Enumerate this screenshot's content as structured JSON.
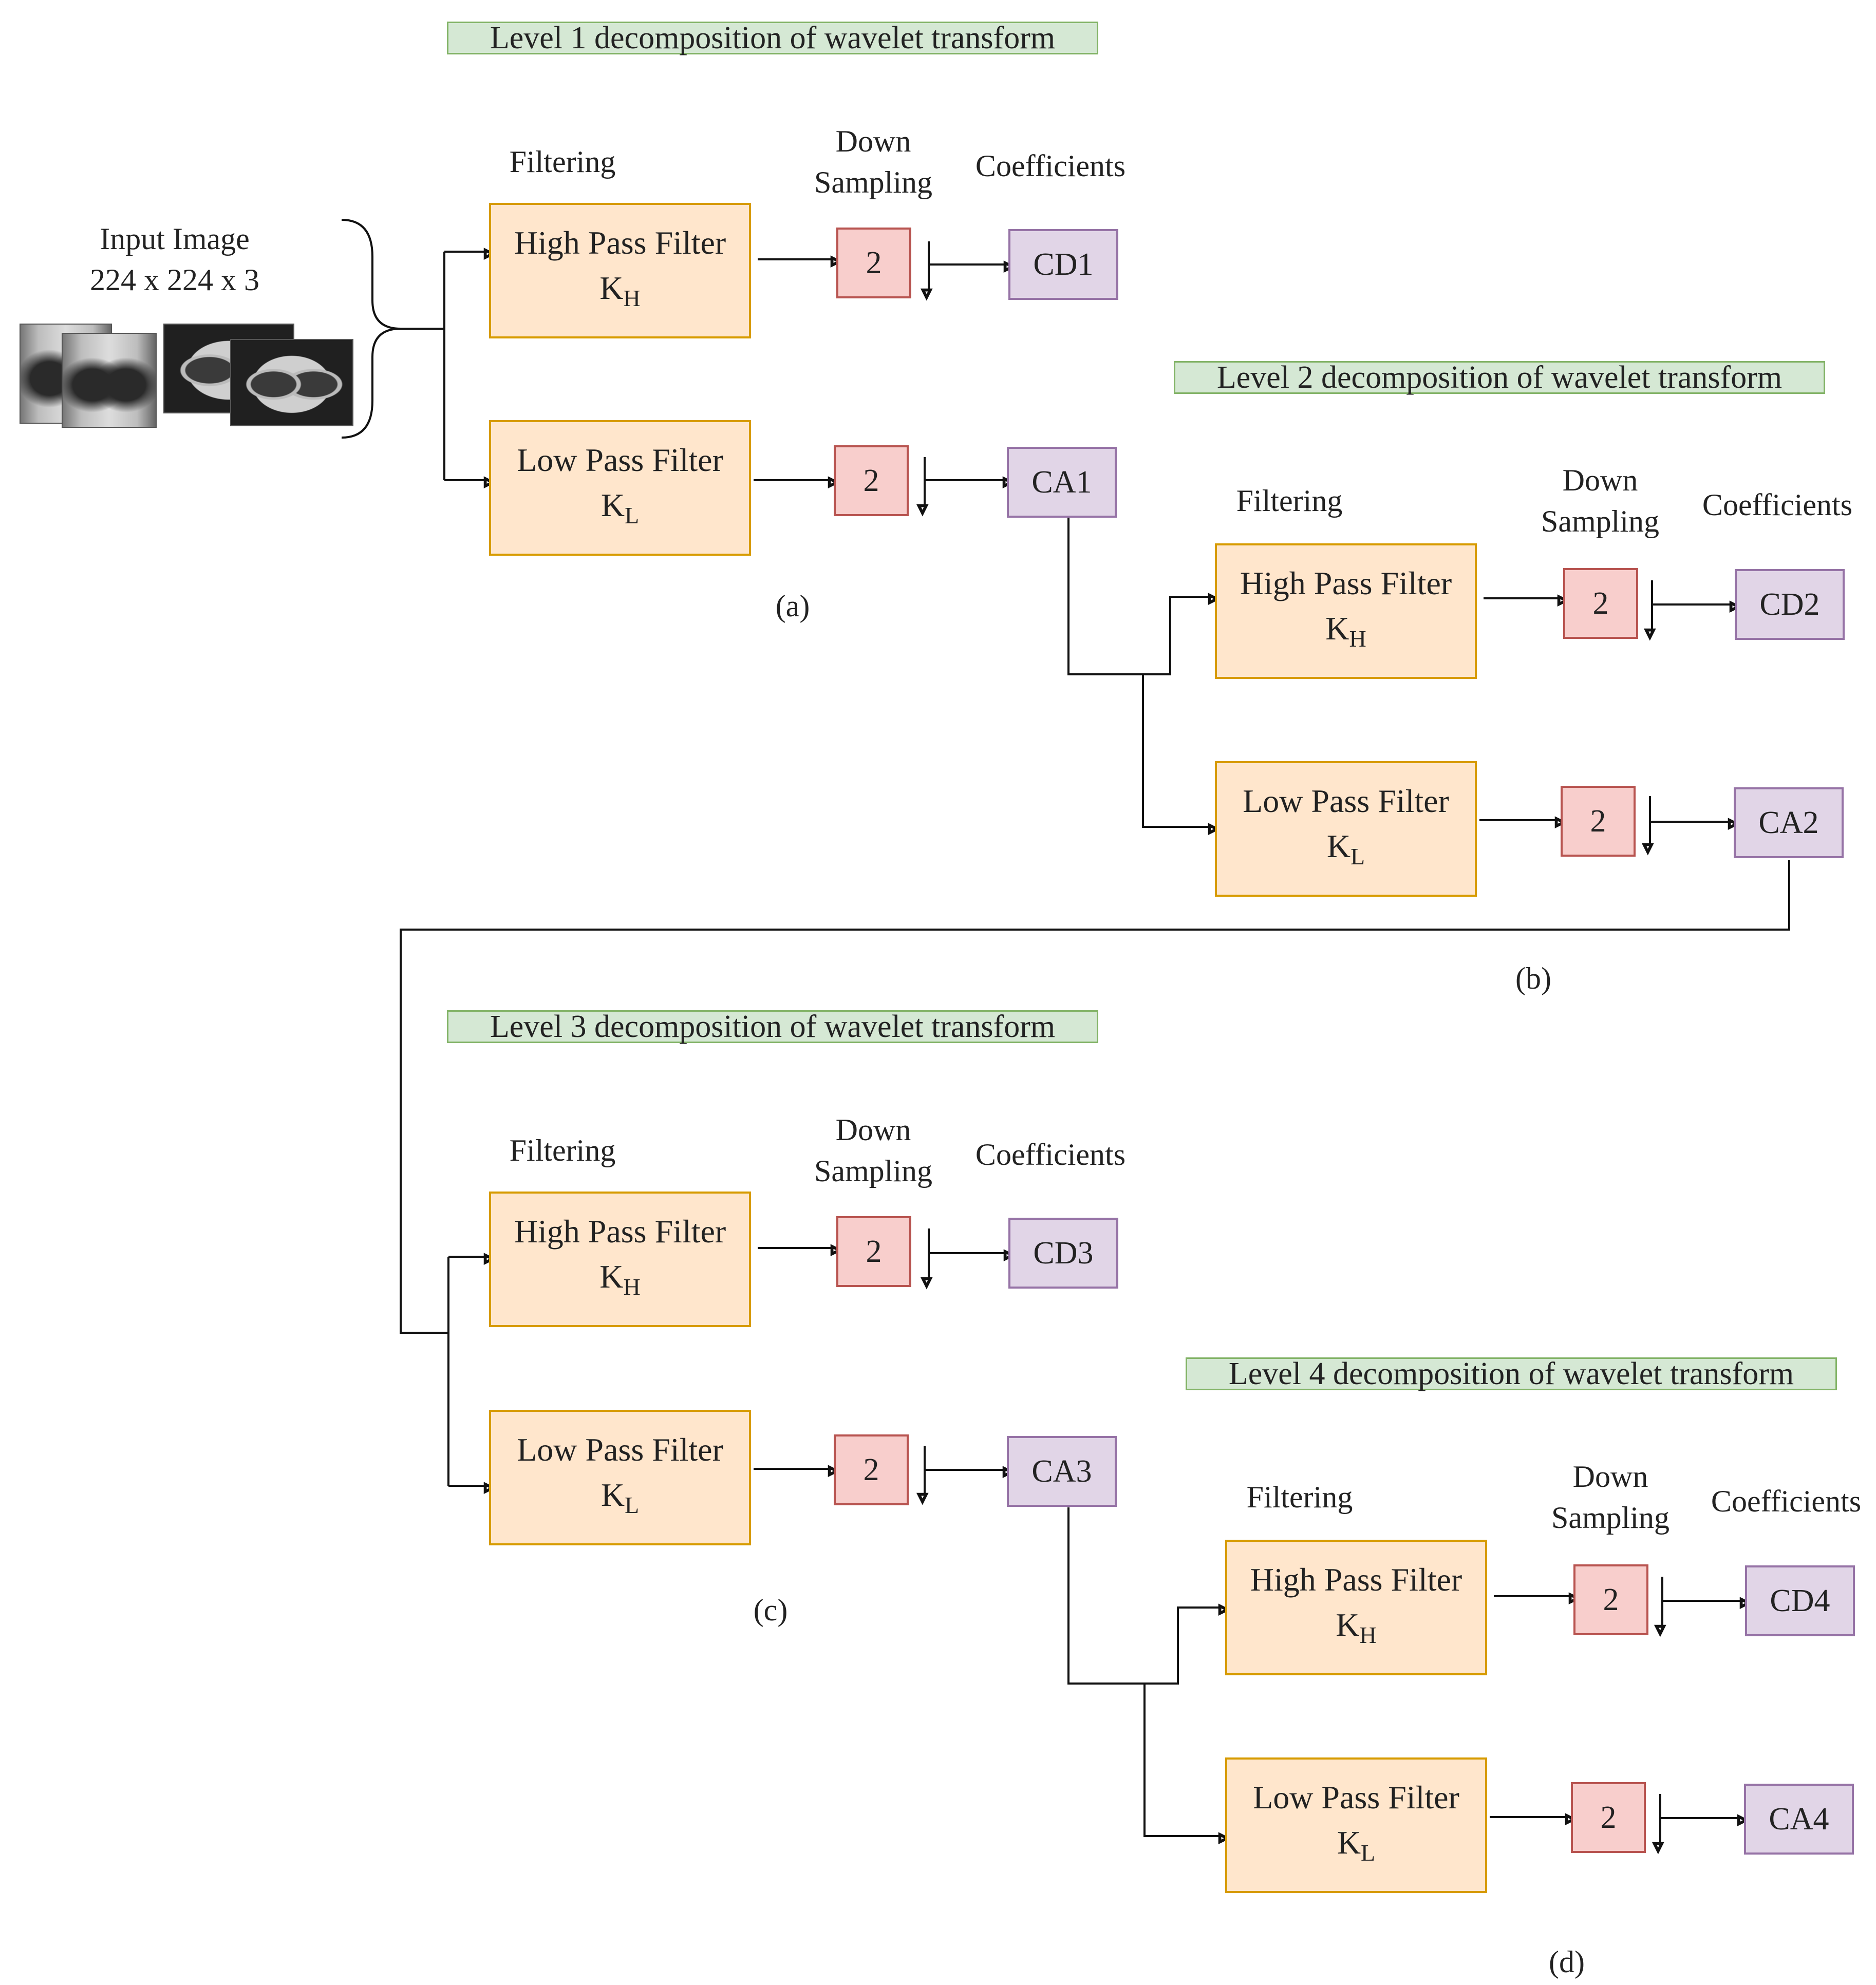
{
  "input": {
    "line1": "Input Image",
    "line2": "224 x 224 x 3",
    "image_icons": [
      "chest-xray-icon",
      "chest-ct-scan-icon"
    ]
  },
  "levels": [
    {
      "title": "Level 1 decomposition of wavelet transform",
      "headers": {
        "filtering": "Filtering",
        "down": "Down",
        "sampling": "Sampling",
        "coefficients": "Coefficients"
      },
      "high": {
        "name": "High Pass Filter",
        "k": "K",
        "sub": "H",
        "factor": "2",
        "coef": "CD1"
      },
      "low": {
        "name": "Low Pass Filter",
        "k": "K",
        "sub": "L",
        "factor": "2",
        "coef": "CA1"
      },
      "caption": "(a)"
    },
    {
      "title": "Level 2 decomposition of wavelet transform",
      "headers": {
        "filtering": "Filtering",
        "down": "Down",
        "sampling": "Sampling",
        "coefficients": "Coefficients"
      },
      "high": {
        "name": "High Pass Filter",
        "k": "K",
        "sub": "H",
        "factor": "2",
        "coef": "CD2"
      },
      "low": {
        "name": "Low Pass Filter",
        "k": "K",
        "sub": "L",
        "factor": "2",
        "coef": "CA2"
      },
      "caption": "(b)"
    },
    {
      "title": "Level 3 decomposition of wavelet transform",
      "headers": {
        "filtering": "Filtering",
        "down": "Down",
        "sampling": "Sampling",
        "coefficients": "Coefficients"
      },
      "high": {
        "name": "High Pass Filter",
        "k": "K",
        "sub": "H",
        "factor": "2",
        "coef": "CD3"
      },
      "low": {
        "name": "Low Pass Filter",
        "k": "K",
        "sub": "L",
        "factor": "2",
        "coef": "CA3"
      },
      "caption": "(c)"
    },
    {
      "title": "Level 4 decomposition of wavelet transform",
      "headers": {
        "filtering": "Filtering",
        "down": "Down",
        "sampling": "Sampling",
        "coefficients": "Coefficients"
      },
      "high": {
        "name": "High Pass Filter",
        "k": "K",
        "sub": "H",
        "factor": "2",
        "coef": "CD4"
      },
      "low": {
        "name": "Low Pass Filter",
        "k": "K",
        "sub": "L",
        "factor": "2",
        "coef": "CA4"
      },
      "caption": "(d)"
    }
  ],
  "colors": {
    "title_fill": "#d5e8d4",
    "title_border": "#82b366",
    "filter_fill": "#ffe6cc",
    "filter_border": "#d79b00",
    "downsample_fill": "#f8cecc",
    "downsample_border": "#b85450",
    "coef_fill": "#e1d5e7",
    "coef_border": "#9673a6"
  }
}
